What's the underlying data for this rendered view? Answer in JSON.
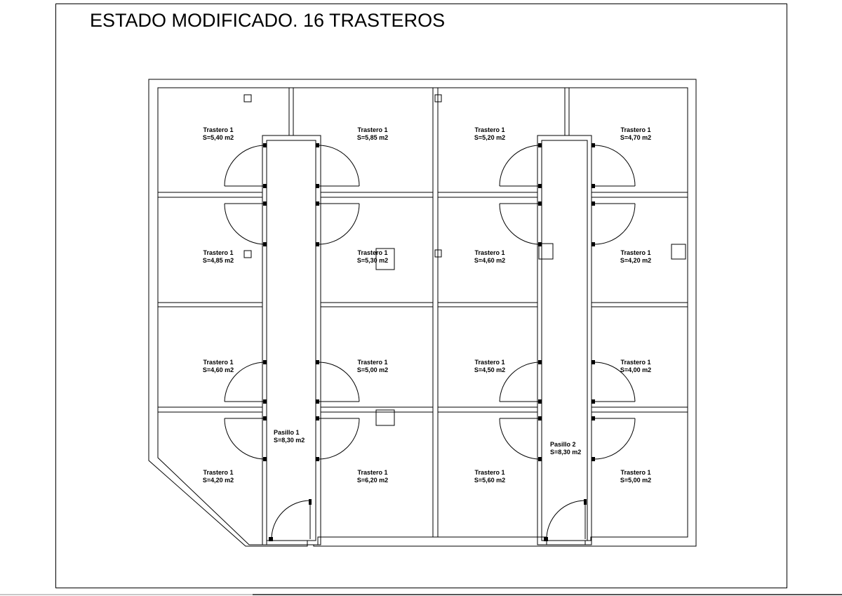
{
  "title": "ESTADO MODIFICADO. 16 TRASTEROS",
  "rooms": [
    {
      "name": "Trastero 1",
      "area": "S=5,40 m2"
    },
    {
      "name": "Trastero 1",
      "area": "S=5,85 m2"
    },
    {
      "name": "Trastero 1",
      "area": "S=5,20 m2"
    },
    {
      "name": "Trastero 1",
      "area": "S=4,70 m2"
    },
    {
      "name": "Trastero 1",
      "area": "S=4,85 m2"
    },
    {
      "name": "Trastero 1",
      "area": "S=5,30 m2"
    },
    {
      "name": "Trastero 1",
      "area": "S=4,60 m2"
    },
    {
      "name": "Trastero 1",
      "area": "S=4,20 m2"
    },
    {
      "name": "Trastero 1",
      "area": "S=4,60 m2"
    },
    {
      "name": "Trastero 1",
      "area": "S=5,00 m2"
    },
    {
      "name": "Trastero 1",
      "area": "S=4,50 m2"
    },
    {
      "name": "Trastero 1",
      "area": "S=4,00 m2"
    },
    {
      "name": "Trastero 1",
      "area": "S=4,20 m2"
    },
    {
      "name": "Trastero 1",
      "area": "S=6,20 m2"
    },
    {
      "name": "Trastero 1",
      "area": "S=5,60 m2"
    },
    {
      "name": "Trastero 1",
      "area": "S=5,00 m2"
    }
  ],
  "corridors": [
    {
      "name": "Pasillo 1",
      "area": "S=8,30 m2"
    },
    {
      "name": "Pasillo 2",
      "area": "S=8,30 m2"
    }
  ]
}
